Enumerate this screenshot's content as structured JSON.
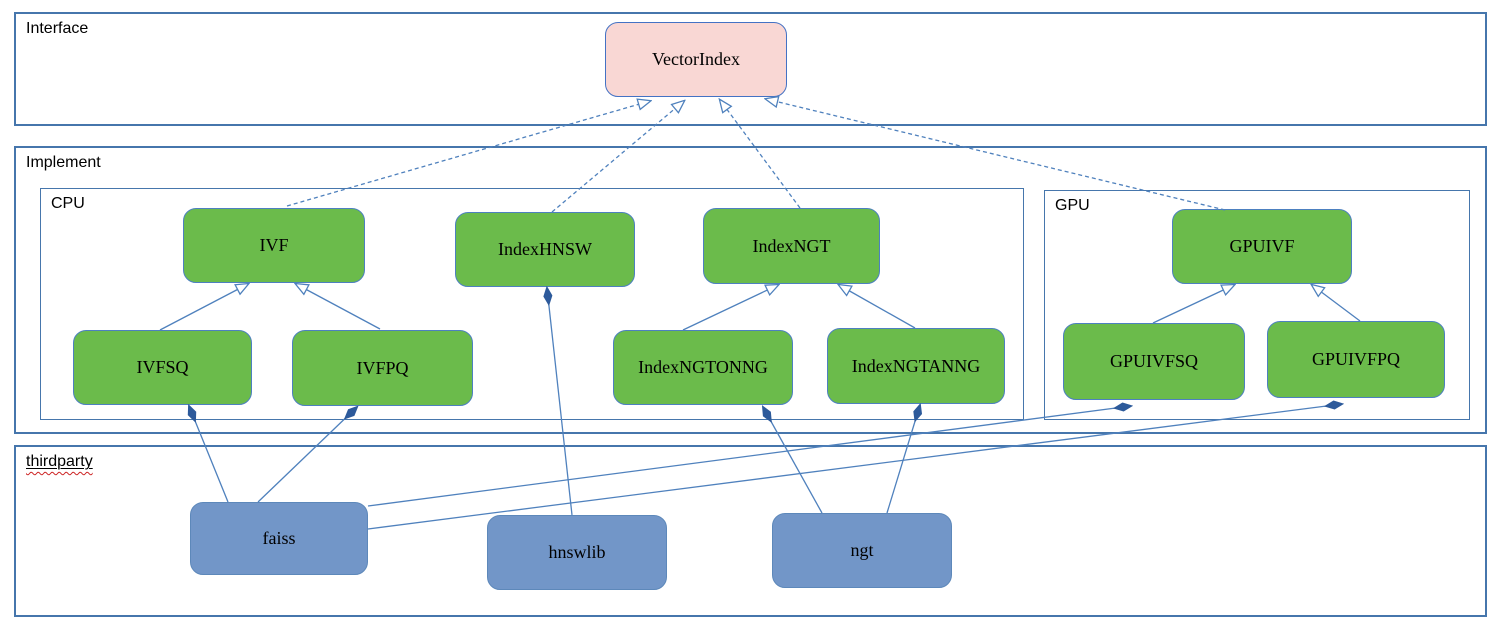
{
  "containers": {
    "interface": {
      "label": "Interface"
    },
    "implement": {
      "label": "Implement"
    },
    "cpu": {
      "label": "CPU"
    },
    "gpu": {
      "label": "GPU"
    },
    "thirdparty": {
      "label": "thirdparty"
    }
  },
  "nodes": {
    "vectorindex": {
      "label": "VectorIndex"
    },
    "ivf": {
      "label": "IVF"
    },
    "indexhnsw": {
      "label": "IndexHNSW"
    },
    "indexngt": {
      "label": "IndexNGT"
    },
    "gpuivf": {
      "label": "GPUIVF"
    },
    "ivfsq": {
      "label": "IVFSQ"
    },
    "ivfpq": {
      "label": "IVFPQ"
    },
    "indexngtonng": {
      "label": "IndexNGTONNG"
    },
    "indexngtanng": {
      "label": "IndexNGTANNG"
    },
    "gpuivfsq": {
      "label": "GPUIVFSQ"
    },
    "gpuivfpq": {
      "label": "GPUIVFPQ"
    },
    "faiss": {
      "label": "faiss"
    },
    "hnswlib": {
      "label": "hnswlib"
    },
    "ngt": {
      "label": "ngt"
    }
  },
  "edges": [
    {
      "from": "IVF",
      "to": "VectorIndex",
      "relation": "realization-dashed-hollow-arrow"
    },
    {
      "from": "IndexHNSW",
      "to": "VectorIndex",
      "relation": "realization-dashed-hollow-arrow"
    },
    {
      "from": "IndexNGT",
      "to": "VectorIndex",
      "relation": "realization-dashed-hollow-arrow"
    },
    {
      "from": "GPUIVF",
      "to": "VectorIndex",
      "relation": "realization-dashed-hollow-arrow"
    },
    {
      "from": "IVFSQ",
      "to": "IVF",
      "relation": "generalization-hollow-arrow"
    },
    {
      "from": "IVFPQ",
      "to": "IVF",
      "relation": "generalization-hollow-arrow"
    },
    {
      "from": "IndexNGTONNG",
      "to": "IndexNGT",
      "relation": "generalization-hollow-arrow"
    },
    {
      "from": "IndexNGTANNG",
      "to": "IndexNGT",
      "relation": "generalization-hollow-arrow"
    },
    {
      "from": "GPUIVFSQ",
      "to": "GPUIVF",
      "relation": "generalization-hollow-arrow"
    },
    {
      "from": "GPUIVFPQ",
      "to": "GPUIVF",
      "relation": "generalization-hollow-arrow"
    },
    {
      "from": "faiss",
      "to": "IVFSQ",
      "relation": "composition-filled-diamond"
    },
    {
      "from": "faiss",
      "to": "IVFPQ",
      "relation": "composition-filled-diamond"
    },
    {
      "from": "faiss",
      "to": "GPUIVFSQ",
      "relation": "composition-filled-diamond"
    },
    {
      "from": "faiss",
      "to": "GPUIVFPQ",
      "relation": "composition-filled-diamond"
    },
    {
      "from": "hnswlib",
      "to": "IndexHNSW",
      "relation": "composition-filled-diamond"
    },
    {
      "from": "ngt",
      "to": "IndexNGTONNG",
      "relation": "composition-filled-diamond"
    },
    {
      "from": "ngt",
      "to": "IndexNGTANNG",
      "relation": "composition-filled-diamond"
    }
  ],
  "colors": {
    "interface_node_fill": "#f9d7d4",
    "interface_node_border": "#4472c4",
    "implement_node_fill": "#6bbb4b",
    "implement_node_border": "#4d80c0",
    "thirdparty_node_fill": "#7296c8",
    "thirdparty_node_border": "#5d88ba",
    "container_border": "#4676ac",
    "edge_line": "#4f81bd",
    "composition_diamond": "#2d5a9b",
    "spellcheck_underline": "#cc2222",
    "text": "#000000",
    "background": "#ffffff"
  }
}
